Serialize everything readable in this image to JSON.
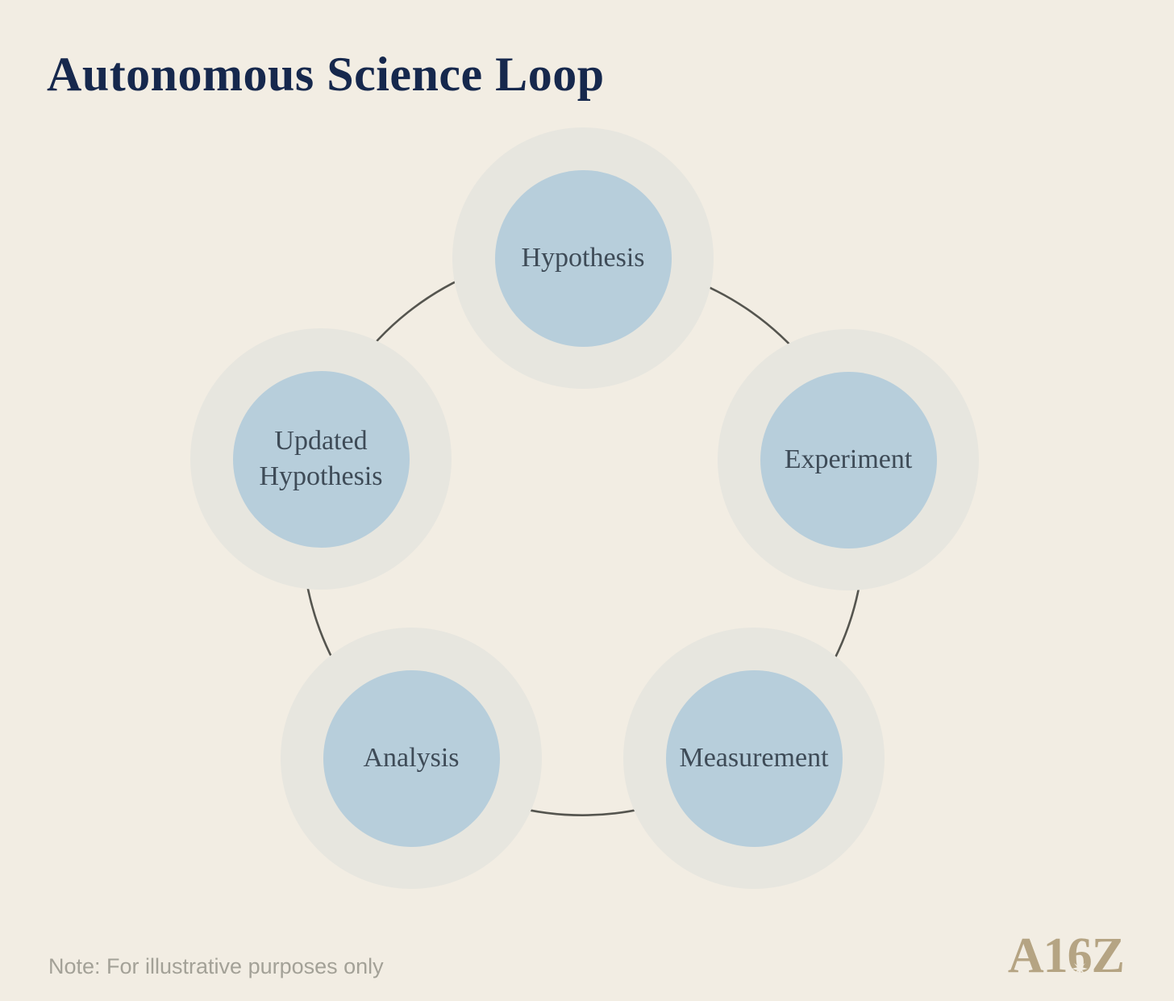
{
  "title": "Autonomous Science Loop",
  "note": "Note: For illustrative purposes only",
  "logo": {
    "part_a1": "A1",
    "part_six": "6",
    "part_z": "Z",
    "full_text": "A16Z"
  },
  "colors": {
    "bg_color": "#f2ede3",
    "halo_color": "#e7e6df",
    "circle_color": "#b7cedb",
    "title_color": "#16284d",
    "node_text_color": "#3e4b57",
    "arrow_color": "#55554f",
    "note_color": "#a3a197",
    "logo_color": "#b5a483"
  },
  "diagram": {
    "type": "cycle",
    "nodes": [
      {
        "id": "hypothesis",
        "label": "Hypothesis"
      },
      {
        "id": "experiment",
        "label": "Experiment"
      },
      {
        "id": "measurement",
        "label": "Measurement"
      },
      {
        "id": "analysis",
        "label": "Analysis"
      },
      {
        "id": "updated-hypothesis",
        "label": "Updated Hypothesis"
      }
    ],
    "edges": [
      {
        "from": "Hypothesis",
        "to": "Experiment"
      },
      {
        "from": "Experiment",
        "to": "Measurement"
      },
      {
        "from": "Measurement",
        "to": "Analysis"
      },
      {
        "from": "Analysis",
        "to": "Updated Hypothesis"
      },
      {
        "from": "Updated Hypothesis",
        "to": "Hypothesis"
      }
    ]
  }
}
